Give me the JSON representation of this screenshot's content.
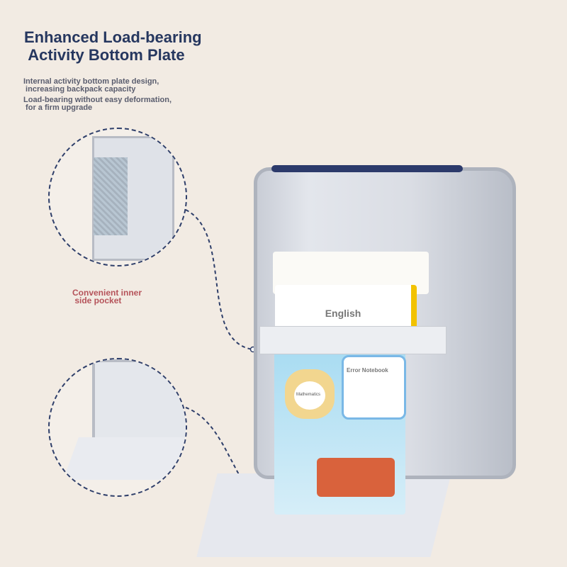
{
  "header": {
    "title": "Enhanced Load-bearing\n Activity Bottom Plate",
    "features": [
      "Internal activity bottom plate design,\n increasing backpack capacity",
      "Load-bearing without easy deformation,\n for a firm upgrade"
    ]
  },
  "callouts": {
    "side_pocket": "Convenient inner\n side pocket"
  },
  "books": {
    "english": "English",
    "error_notebook": "Error Notebook",
    "mathematics": "Mathematics"
  },
  "colors": {
    "title": "#26375f",
    "callout": "#b5535a",
    "dashed_line": "#2f3f6a"
  }
}
